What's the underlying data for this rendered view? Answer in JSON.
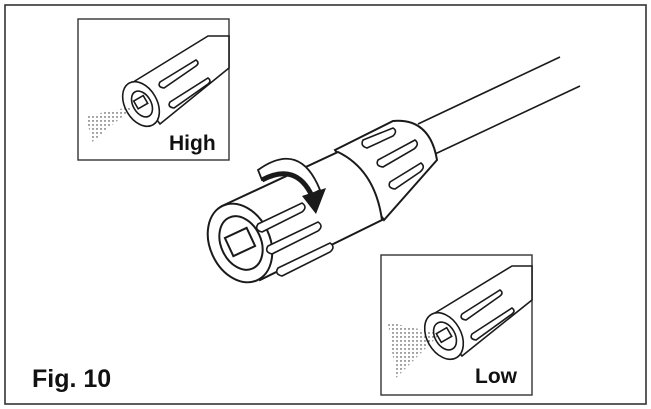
{
  "labels": {
    "figure": "Fig. 10",
    "high": "High",
    "low": "Low"
  },
  "colors": {
    "ink": "#1a1a1a",
    "frame": "#333333",
    "background": "#ffffff"
  },
  "icons": {
    "rotate_arrow": "curved-rotation-arrow-icon",
    "spray": "spray-mist-icon"
  }
}
